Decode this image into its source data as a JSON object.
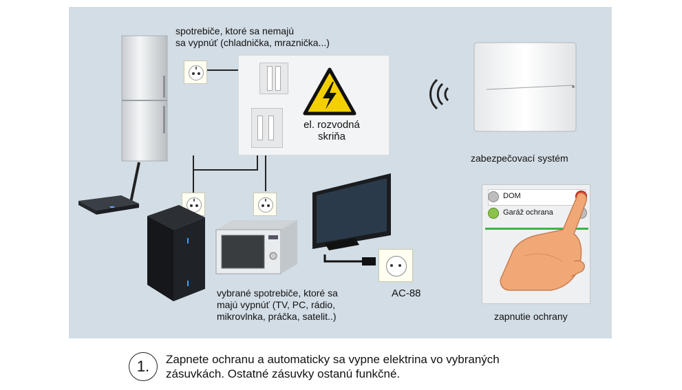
{
  "labels": {
    "appliances_always_on": "spotrebiče, ktoré sa nemajú\nsa vypnúť (chladnička, mraznička...)",
    "distribution_box": "el. rozvodná\nskriňa",
    "security_system": "zabezpečovací systém",
    "selected_appliances": "vybrané spotrebiče, ktoré sa\nmajú vypnúť (TV, PC, rádio,\nmikrovlnka, práčka, satelit..)",
    "device_model": "AC-88",
    "activate_protection": "zapnutie ochrany"
  },
  "panel_buttons": {
    "row1": "DOM",
    "row2": "Garáž ochrana"
  },
  "footer": {
    "step_number": "1.",
    "text": "Zapnete ochranu a automaticky sa vypne elektrina vo vybraných\nzásuvkách. Ostatné zásuvky ostanú funkčné."
  },
  "colors": {
    "panel_bg": "#d3dde5",
    "led_red": "#e23b2e",
    "led_green": "#8bc34a",
    "warning_yellow": "#f5d000"
  }
}
